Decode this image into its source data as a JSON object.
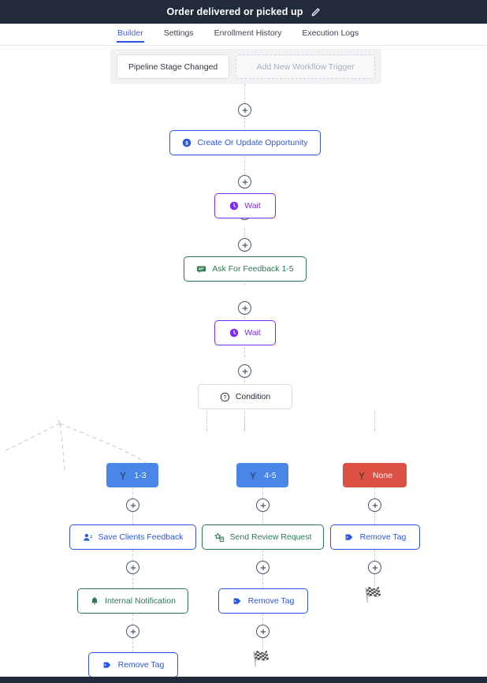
{
  "window": {
    "title": "Order delivered or picked up",
    "edit_icon": "pencil-icon"
  },
  "tabs": [
    {
      "label": "Builder",
      "active": true
    },
    {
      "label": "Settings",
      "active": false
    },
    {
      "label": "Enrollment History",
      "active": false
    },
    {
      "label": "Execution Logs",
      "active": false
    }
  ],
  "trigger": {
    "existing_label": "Pipeline Stage Changed",
    "add_label": "Add New Workflow Trigger"
  },
  "nodes": {
    "create_opportunity": {
      "label": "Create Or Update Opportunity",
      "icon": "dollar-circle-icon",
      "color": "blue"
    },
    "wait_1": {
      "label": "Wait",
      "icon": "clock-icon",
      "color": "purple"
    },
    "ask_feedback": {
      "label": "Ask For Feedback 1-5",
      "icon": "chat-bubble-icon",
      "color": "green"
    },
    "wait_2": {
      "label": "Wait",
      "icon": "clock-icon",
      "color": "purple"
    },
    "condition": {
      "label": "Condition",
      "icon": "question-circle-icon",
      "color": "gray"
    }
  },
  "branches": [
    {
      "pill": {
        "label": "1-3",
        "color": "blue",
        "icon": "branch-icon"
      },
      "steps": [
        {
          "label": "Save Clients Feedback",
          "icon": "contact-icon",
          "color": "blue"
        },
        {
          "label": "Internal Notification",
          "icon": "bell-icon",
          "color": "green"
        },
        {
          "label": "Remove Tag",
          "icon": "tag-icon",
          "color": "blue"
        }
      ],
      "end": ""
    },
    {
      "pill": {
        "label": "4-5",
        "color": "blue",
        "icon": "branch-icon"
      },
      "steps": [
        {
          "label": "Send Review Request",
          "icon": "review-star-icon",
          "color": "green"
        },
        {
          "label": "Remove Tag",
          "icon": "tag-icon",
          "color": "blue"
        }
      ],
      "end": "🏁"
    },
    {
      "pill": {
        "label": "None",
        "color": "red",
        "icon": "branch-icon"
      },
      "steps": [
        {
          "label": "Remove Tag",
          "icon": "tag-icon",
          "color": "blue"
        }
      ],
      "end": "🏁"
    }
  ],
  "colors": {
    "header_bg": "#222b3c",
    "accent_blue": "#2b54e8",
    "tab_active": "#4a63e7",
    "purple": "#7b2ff2",
    "green": "#2c7a52",
    "pill_blue": "#4a86e8",
    "pill_red": "#dd5145",
    "panel_bg": "#f1f2f4",
    "line": "#c8ccd2"
  },
  "add_step_icon": "plus-icon"
}
